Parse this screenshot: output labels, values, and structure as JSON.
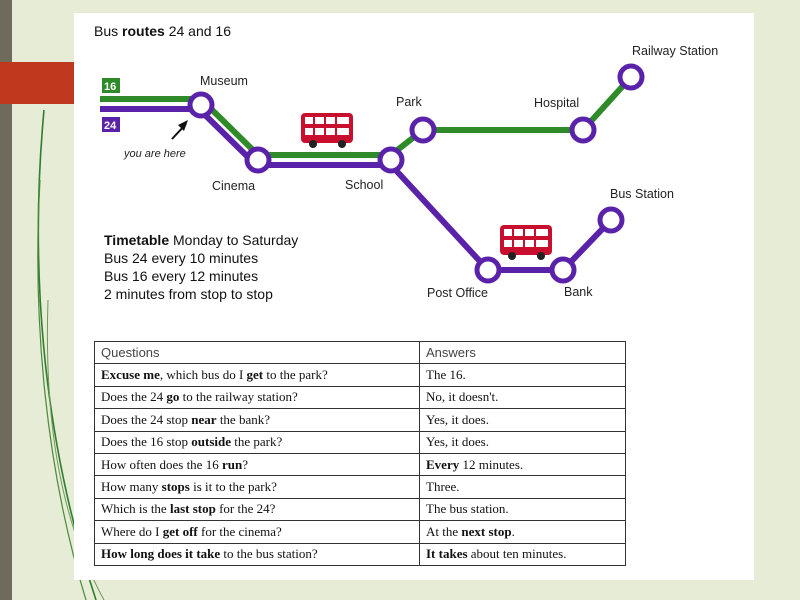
{
  "title": {
    "parts": [
      {
        "text": "Bus ",
        "bold": false
      },
      {
        "text": "routes",
        "bold": true
      },
      {
        "text": " 24 and 16",
        "bold": false
      }
    ]
  },
  "colors": {
    "route16": "#2f8a2a",
    "route24": "#5a22a8",
    "bus": "#c8102e",
    "accent": "#c0391f"
  },
  "routes": {
    "r16": "16",
    "r24": "24"
  },
  "stops": {
    "museum": "Museum",
    "cinema": "Cinema",
    "school": "School",
    "park": "Park",
    "hospital": "Hospital",
    "railway": "Railway Station",
    "post_office": "Post Office",
    "bank": "Bank",
    "bus_station": "Bus Station"
  },
  "you_are_here": "you are here",
  "timetable": {
    "heading_bold": "Timetable",
    "heading_rest": " Monday to Saturday",
    "lines": [
      "Bus 24 every 10 minutes",
      "Bus 16 every 12 minutes",
      "2 minutes from stop to stop"
    ]
  },
  "qa": {
    "headers": [
      "Questions",
      "Answers"
    ],
    "rows": [
      {
        "q": [
          {
            "t": "Excuse me",
            "b": true
          },
          {
            "t": ", which bus do I ",
            "b": false
          },
          {
            "t": "get",
            "b": true
          },
          {
            "t": " to the park?",
            "b": false
          }
        ],
        "a": [
          {
            "t": "The 16.",
            "b": false
          }
        ]
      },
      {
        "q": [
          {
            "t": "Does the 24 ",
            "b": false
          },
          {
            "t": "go",
            "b": true
          },
          {
            "t": " to the railway station?",
            "b": false
          }
        ],
        "a": [
          {
            "t": "No, it doesn't.",
            "b": false
          }
        ]
      },
      {
        "q": [
          {
            "t": "Does the 24 stop ",
            "b": false
          },
          {
            "t": "near",
            "b": true
          },
          {
            "t": " the bank?",
            "b": false
          }
        ],
        "a": [
          {
            "t": "Yes, it does.",
            "b": false
          }
        ]
      },
      {
        "q": [
          {
            "t": "Does the 16 stop ",
            "b": false
          },
          {
            "t": "outside",
            "b": true
          },
          {
            "t": " the park?",
            "b": false
          }
        ],
        "a": [
          {
            "t": "Yes, it does.",
            "b": false
          }
        ]
      },
      {
        "q": [
          {
            "t": "How often does the 16 ",
            "b": false
          },
          {
            "t": "run",
            "b": true
          },
          {
            "t": "?",
            "b": false
          }
        ],
        "a": [
          {
            "t": "Every",
            "b": true
          },
          {
            "t": " 12 minutes.",
            "b": false
          }
        ]
      },
      {
        "q": [
          {
            "t": "How many ",
            "b": false
          },
          {
            "t": "stops",
            "b": true
          },
          {
            "t": " is it to the park?",
            "b": false
          }
        ],
        "a": [
          {
            "t": "Three.",
            "b": false
          }
        ]
      },
      {
        "q": [
          {
            "t": "Which is the ",
            "b": false
          },
          {
            "t": "last stop",
            "b": true
          },
          {
            "t": " for the 24?",
            "b": false
          }
        ],
        "a": [
          {
            "t": "The bus station.",
            "b": false
          }
        ]
      },
      {
        "q": [
          {
            "t": "Where do I ",
            "b": false
          },
          {
            "t": "get off",
            "b": true
          },
          {
            "t": " for the cinema?",
            "b": false
          }
        ],
        "a": [
          {
            "t": "At the ",
            "b": false
          },
          {
            "t": "next stop",
            "b": true
          },
          {
            "t": ".",
            "b": false
          }
        ]
      },
      {
        "q": [
          {
            "t": "How long does it take",
            "b": true
          },
          {
            "t": " to the bus station?",
            "b": false
          }
        ],
        "a": [
          {
            "t": "It takes",
            "b": true
          },
          {
            "t": " about ten minutes.",
            "b": false
          }
        ]
      }
    ]
  }
}
